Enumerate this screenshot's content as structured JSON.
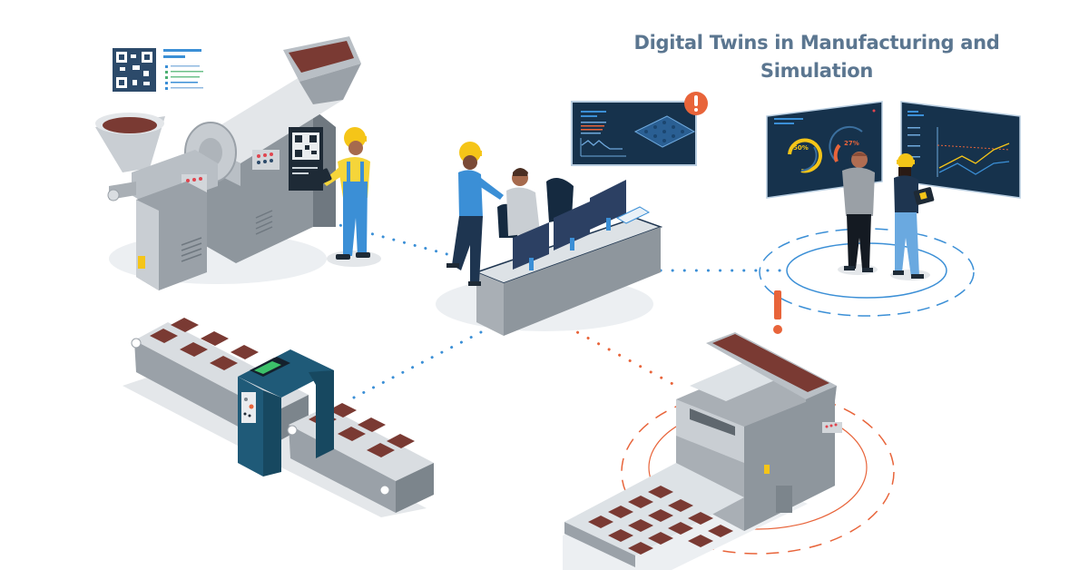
{
  "title": {
    "line1": "Digital Twins in Manufacturing and",
    "line2": "Simulation"
  },
  "colors": {
    "title": "#5b7690",
    "machine_grey": "#c9ced3",
    "machine_dark": "#8e969d",
    "chocolate": "#7a3a33",
    "screen_bg": "#16324c",
    "accent_blue": "#3b8fd6",
    "alert_orange": "#e8643a",
    "hardhat_yellow": "#f5c518",
    "teal_gate": "#1f5a78"
  },
  "dashboards": {
    "gauge_left_value": "50%",
    "gauge_right_value": "27%"
  },
  "stations": [
    {
      "name": "Grinder and roaster machine with QR code",
      "worker": "Worker in yellow hard hat holding tablet"
    },
    {
      "name": "Control desk with three monitors",
      "worker": "Two operators"
    },
    {
      "name": "Digital twin dashboard screens",
      "worker": "Two engineers viewing screens"
    },
    {
      "name": "Conveyor belt with inspection gate",
      "worker": ""
    },
    {
      "name": "Chocolate bar molding machine",
      "worker": ""
    }
  ],
  "alerts": [
    {
      "type": "exclamation-badge",
      "location": "floating monitor screen"
    },
    {
      "type": "exclamation-mark",
      "location": "molding machine"
    }
  ]
}
